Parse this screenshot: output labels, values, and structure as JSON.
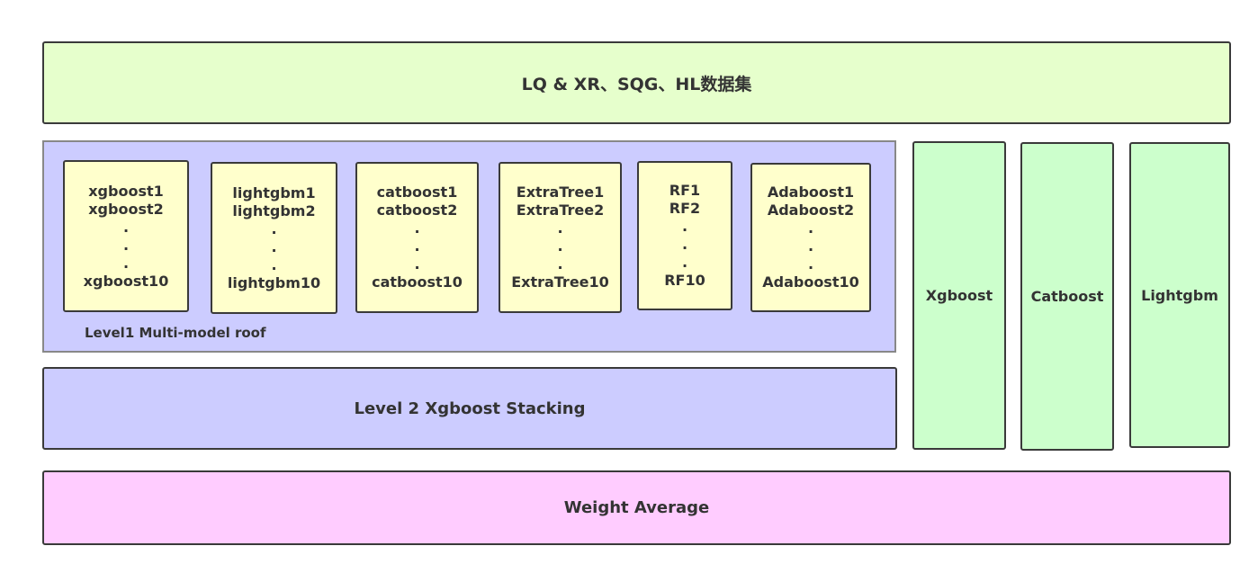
{
  "dataset_label": "LQ & XR、SQG、HL数据集",
  "level1_label": "Level1 Multi-model roof",
  "level1_models": [
    {
      "first": "xgboost1",
      "second": "xgboost2",
      "dots": [
        ".",
        ".",
        "."
      ],
      "last": "xgboost10"
    },
    {
      "first": "lightgbm1",
      "second": "lightgbm2",
      "dots": [
        ".",
        ".",
        "."
      ],
      "last": "lightgbm10"
    },
    {
      "first": "catboost1",
      "second": "catboost2",
      "dots": [
        ".",
        ".",
        "."
      ],
      "last": "catboost10"
    },
    {
      "first": "ExtraTree1",
      "second": "ExtraTree2",
      "dots": [
        ".",
        ".",
        "."
      ],
      "last": "ExtraTree10"
    },
    {
      "first": "RF1",
      "second": "RF2",
      "dots": [
        ".",
        ".",
        "."
      ],
      "last": "RF10"
    },
    {
      "first": "Adaboost1",
      "second": "Adaboost2",
      "dots": [
        ".",
        ".",
        "."
      ],
      "last": "Adaboost10"
    }
  ],
  "level2_label": "Level 2 Xgboost Stacking",
  "side_models": [
    "Xgboost",
    "Catboost",
    "Lightgbm"
  ],
  "final_label": "Weight Average",
  "colors": {
    "dataset_fill": "#e6ffcc",
    "level_fill": "#ccccff",
    "model_fill": "#ffffcc",
    "side_fill": "#ccffcc",
    "final_fill": "#ffccff"
  }
}
